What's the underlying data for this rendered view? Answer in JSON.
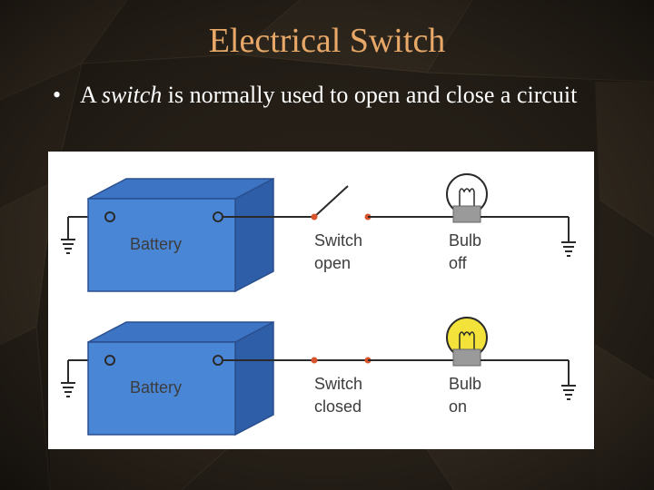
{
  "slide": {
    "title": "Electrical Switch",
    "bullet": {
      "marker": "•",
      "prefix": "A ",
      "emphasis": "switch",
      "suffix": " is normally used to open and close a circuit"
    }
  },
  "figure": {
    "circuits": [
      {
        "battery_label": "Battery",
        "switch_label_1": "Switch",
        "switch_label_2": "open",
        "bulb_label_1": "Bulb",
        "bulb_label_2": "off"
      },
      {
        "battery_label": "Battery",
        "switch_label_1": "Switch",
        "switch_label_2": "closed",
        "bulb_label_1": "Bulb",
        "bulb_label_2": "on"
      }
    ],
    "colors": {
      "battery_front": "#4a86d6",
      "battery_top": "#3d75c4",
      "battery_side": "#2f5ea8",
      "wire": "#2a2a2a",
      "contact": "#d9542c",
      "bulb_off": "#ffffff",
      "bulb_on": "#f2e23a",
      "bulb_base": "#9a9a9a"
    }
  }
}
